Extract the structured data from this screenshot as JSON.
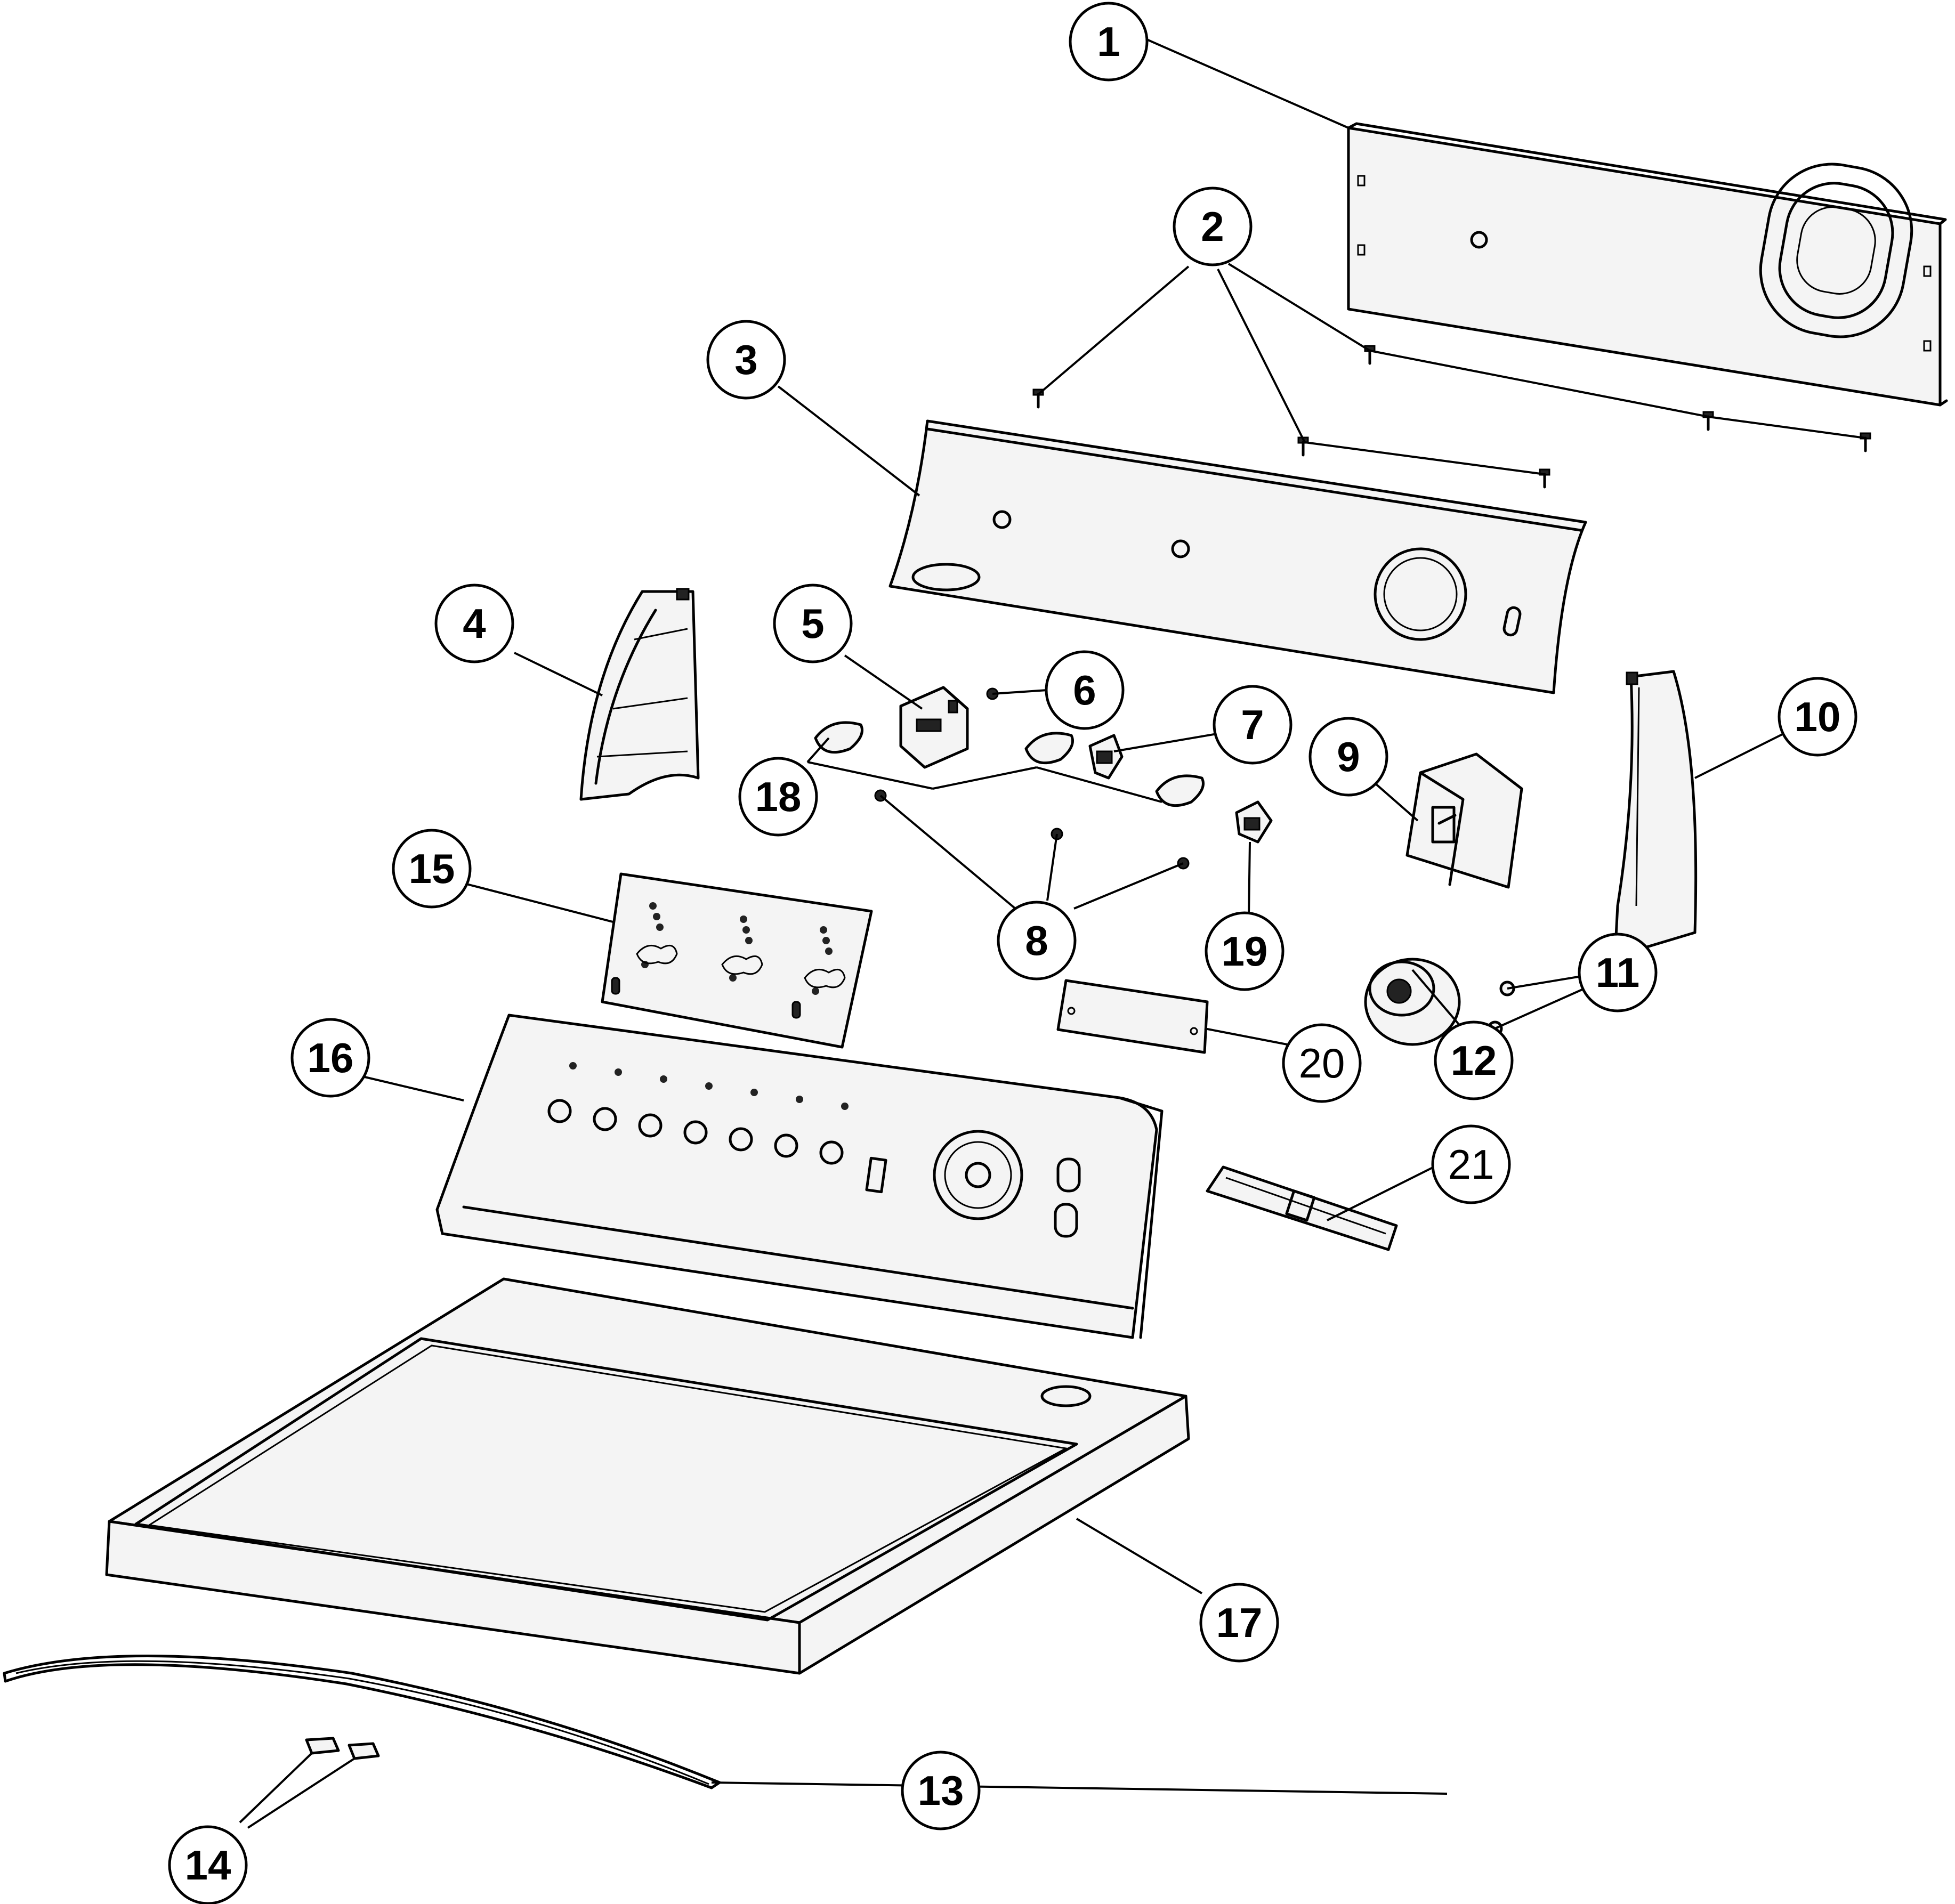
{
  "callouts": [
    {
      "id": "c1",
      "label": "1"
    },
    {
      "id": "c2",
      "label": "2"
    },
    {
      "id": "c3",
      "label": "3"
    },
    {
      "id": "c4",
      "label": "4"
    },
    {
      "id": "c5",
      "label": "5"
    },
    {
      "id": "c6",
      "label": "6"
    },
    {
      "id": "c7",
      "label": "7"
    },
    {
      "id": "c8",
      "label": "8"
    },
    {
      "id": "c9",
      "label": "9"
    },
    {
      "id": "c10",
      "label": "10"
    },
    {
      "id": "c11",
      "label": "11"
    },
    {
      "id": "c12",
      "label": "12"
    },
    {
      "id": "c13",
      "label": "13"
    },
    {
      "id": "c14",
      "label": "14"
    },
    {
      "id": "c15",
      "label": "15"
    },
    {
      "id": "c16",
      "label": "16"
    },
    {
      "id": "c17",
      "label": "17"
    },
    {
      "id": "c18",
      "label": "18"
    },
    {
      "id": "c19",
      "label": "19"
    },
    {
      "id": "c20",
      "label": "20"
    },
    {
      "id": "c21",
      "label": "21"
    }
  ]
}
